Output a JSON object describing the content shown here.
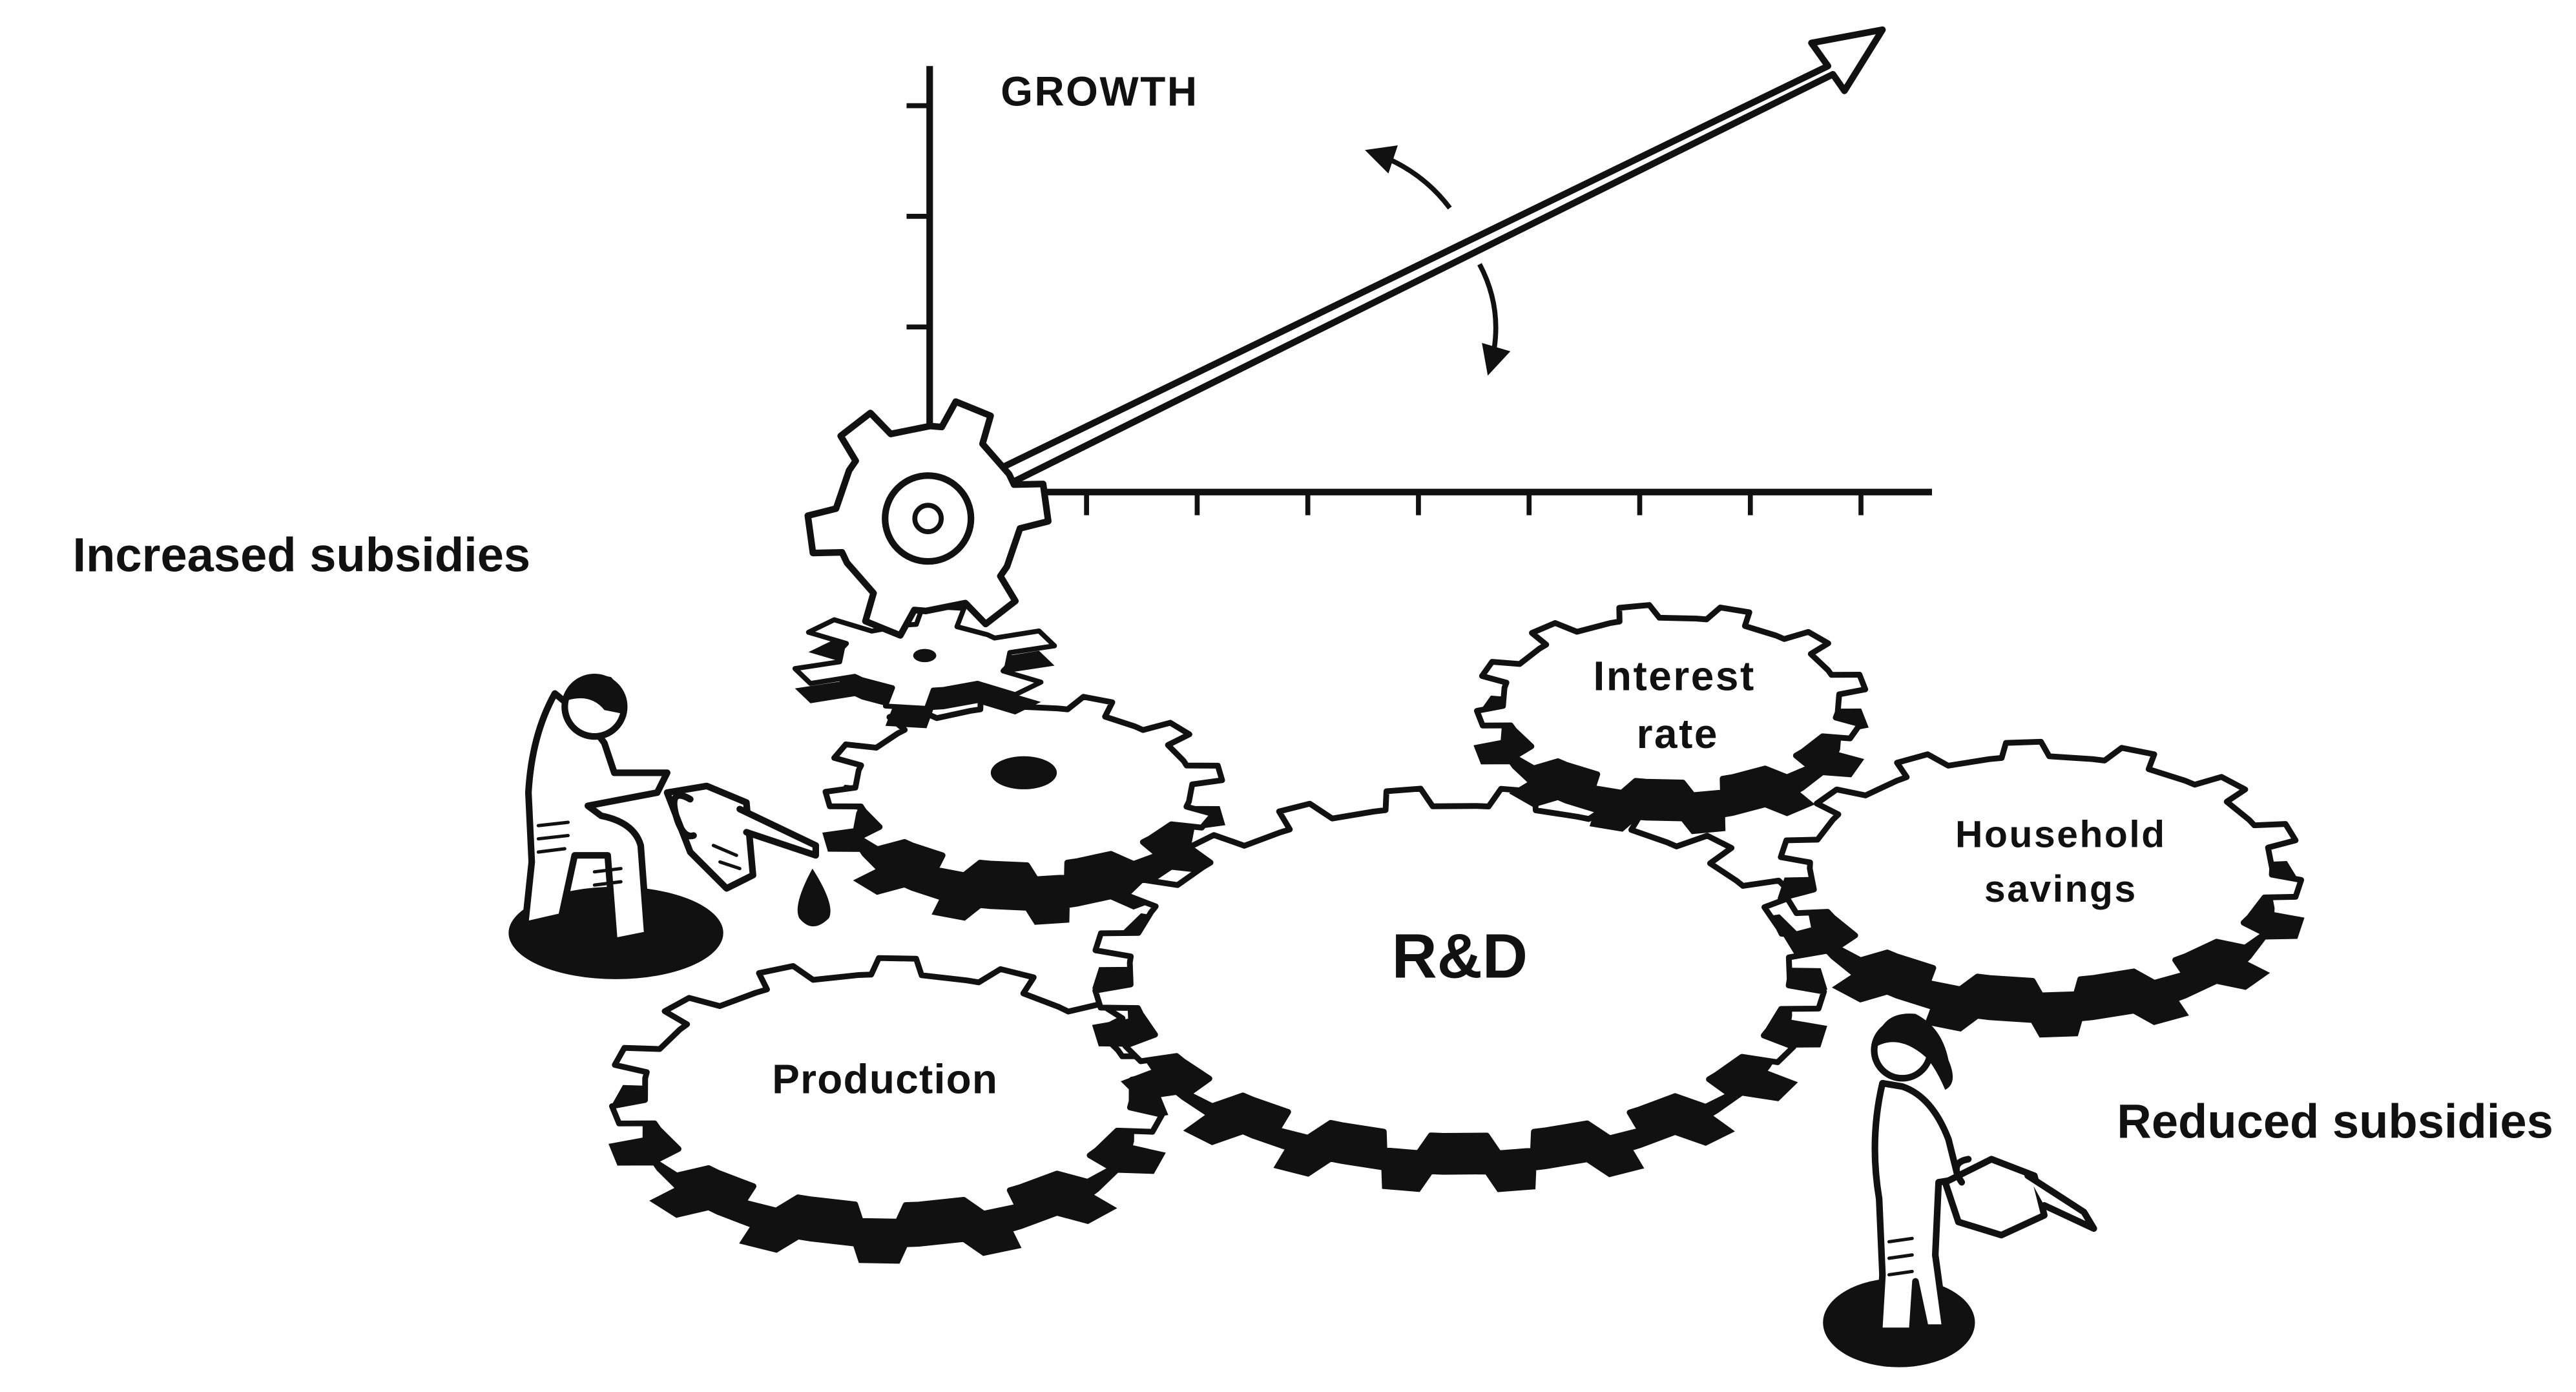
{
  "chart": {
    "y_axis_label": "GROWTH"
  },
  "labels": {
    "increased_subsidies": "Increased subsidies",
    "reduced_subsidies": "Reduced subsidies"
  },
  "gears": {
    "production": "Production",
    "rnd": "R&D",
    "interest_rate_line1": "Interest",
    "interest_rate_line2": "rate",
    "household_savings_line1": "Household",
    "household_savings_line2": "savings"
  },
  "colors": {
    "ink": "#111111",
    "paper": "#ffffff"
  }
}
